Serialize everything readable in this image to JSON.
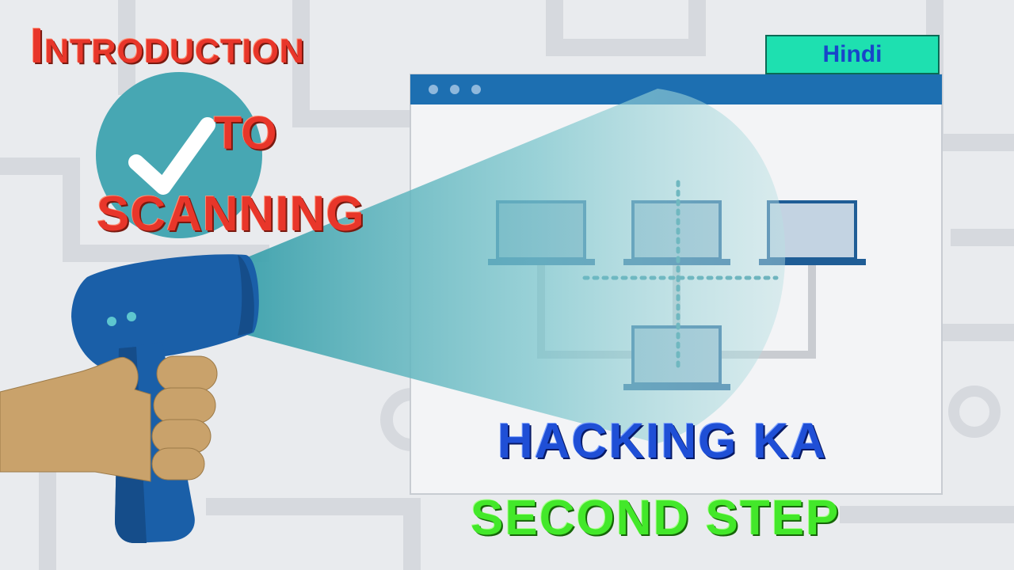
{
  "title": {
    "line1": "Introduction",
    "line2": "TO",
    "line3": "SCANNING"
  },
  "subtitle": {
    "line1": "HACKING KA",
    "line2": "SECOND STEP"
  },
  "language_badge": "Hindi",
  "icons": {
    "check": "checkmark-icon",
    "scanner": "barcode-scanner-icon",
    "hand": "hand-icon",
    "browser": "browser-window-icon",
    "laptop": "laptop-icon"
  },
  "colors": {
    "background": "#e9ebee",
    "title": "#e8362a",
    "subtitle_line1": "#1f4fd6",
    "subtitle_line2": "#43e82a",
    "badge": "#1ee0b0",
    "browser_bar": "#1d6fb1",
    "scanner": "#1a5fa8",
    "beam": "#4fb3bd",
    "check_circle": "#47a7b3",
    "hand": "#c9a26b"
  }
}
